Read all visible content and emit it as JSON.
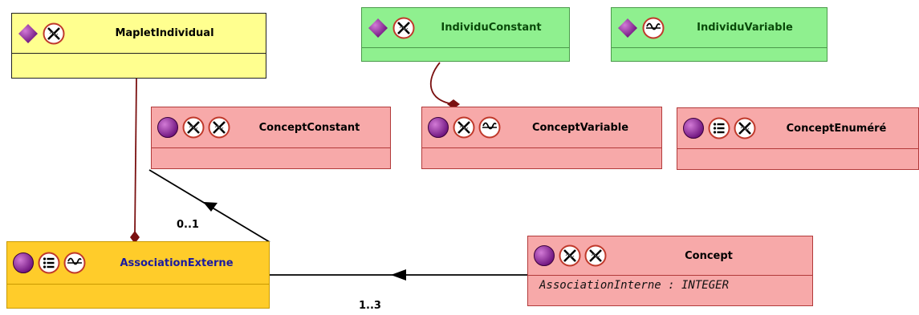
{
  "classes": {
    "maplet_individual": {
      "name": "MapletIndividual"
    },
    "individu_constant": {
      "name": "IndividuConstant"
    },
    "individu_variable": {
      "name": "IndividuVariable"
    },
    "concept_constant": {
      "name": "ConceptConstant"
    },
    "concept_variable": {
      "name": "ConceptVariable"
    },
    "concept_enumere": {
      "name": "ConceptEnuméré"
    },
    "association_externe": {
      "name": "AssociationExterne"
    },
    "concept": {
      "name": "Concept",
      "attribute": "AssociationInterne : INTEGER"
    }
  },
  "multiplicities": {
    "concept_constant_end": "0..1",
    "concept_end": "1..3"
  },
  "colors": {
    "yellow_class": "#ffff8f",
    "green_class": "#8ff08f",
    "red_class": "#f7a9a9",
    "orange_class": "#ffcc2a",
    "association_line": "#7a1010",
    "composition_diamond": "#7a1010"
  },
  "icons": [
    "diamond-icon",
    "crossed-constant-icon",
    "variable-wave-icon",
    "enumeration-list-icon",
    "circle-class-icon"
  ]
}
